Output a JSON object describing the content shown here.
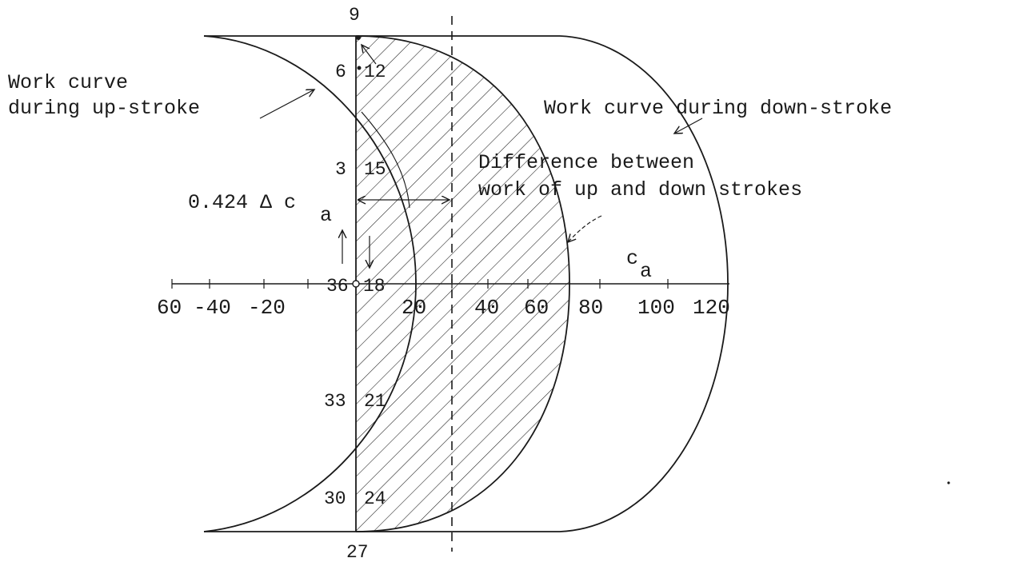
{
  "labels": {
    "up_stroke_line1": "Work curve",
    "up_stroke_line2": "during up-stroke",
    "down_stroke": "Work curve during down-stroke",
    "difference_line1": "Difference between",
    "difference_line2": "work of up and down strokes",
    "delta_label": "0.424 Δ c",
    "delta_subscript": "a",
    "axis_label": "c",
    "axis_label_subscript": "a"
  },
  "axis": {
    "tick_labels": [
      "60",
      "-40",
      "-20",
      "20",
      "40",
      "60",
      "80",
      "100",
      "120"
    ]
  },
  "crank_positions": {
    "top": "9",
    "p6": "6",
    "p12": "12",
    "p3": "3",
    "p15": "15",
    "p36": "36",
    "p18": "18",
    "p33": "33",
    "p21": "21",
    "p30": "30",
    "p24": "24",
    "bottom": "27"
  },
  "colors": {
    "ink": "#1a1a1a",
    "background": "#ffffff"
  }
}
